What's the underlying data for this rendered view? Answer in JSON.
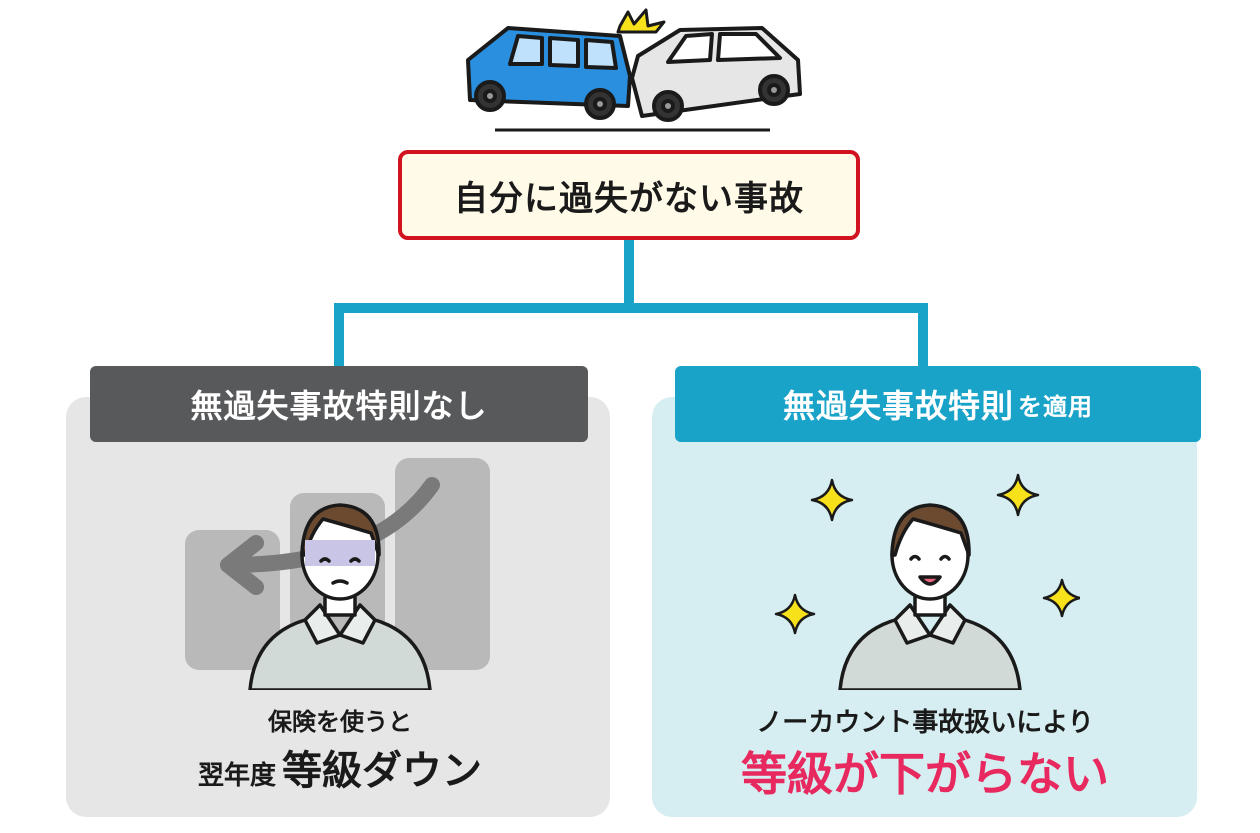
{
  "top": {
    "title": "自分に過失がない事故"
  },
  "left": {
    "tab_label": "無過失事故特則なし",
    "line1": "保険を使うと",
    "line2_prefix": "翌年度",
    "line2_main": "等級ダウン"
  },
  "right": {
    "tab_label_main": "無過失事故特則",
    "tab_label_suffix": "を適用",
    "line1": "ノーカウント事故扱いにより",
    "line2": "等級が下がらない"
  },
  "colors": {
    "accent_red": "#d1121f",
    "highlight_pink": "#e8295f",
    "tab_gray": "#58595b",
    "tab_blue": "#1aa3c8",
    "connector_blue": "#1aa3c8",
    "panel_gray": "#e6e6e6",
    "panel_blue": "#d6eef1",
    "car_blue": "#2b8fe0",
    "star_yellow": "#f7e11b"
  },
  "icons": [
    "collision-cars-illustration",
    "impact-burst-icon",
    "down-arrow-graph",
    "worried-man-illustration",
    "smiling-man-illustration",
    "sparkle-icon"
  ]
}
